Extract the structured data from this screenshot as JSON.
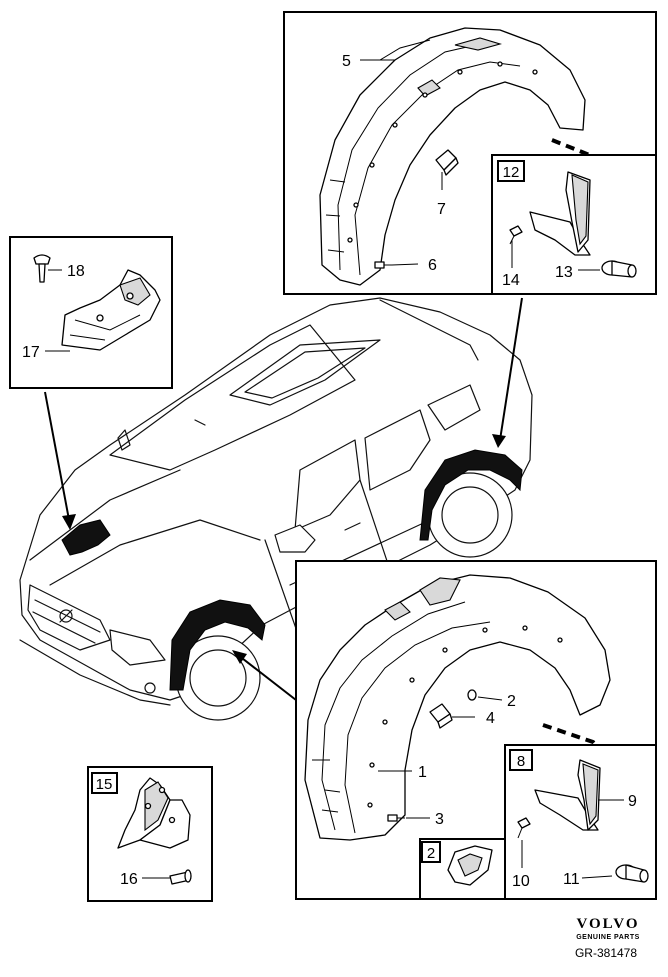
{
  "callouts": {
    "n1": "1",
    "n2": "2",
    "n3": "3",
    "n4": "4",
    "n5": "5",
    "n6": "6",
    "n7": "7",
    "n8": "8",
    "n9": "9",
    "n10": "10",
    "n11": "11",
    "n12": "12",
    "n13": "13",
    "n14": "14",
    "n15": "15",
    "n16": "16",
    "n17": "17",
    "n18": "18"
  },
  "inset_labels": {
    "inset_2": "2",
    "inset_8": "8",
    "inset_12": "12",
    "inset_15": "15"
  },
  "branding": {
    "logo_text": "VOLVO",
    "logo_sub": "GENUINE PARTS",
    "reference": "GR-381478"
  }
}
